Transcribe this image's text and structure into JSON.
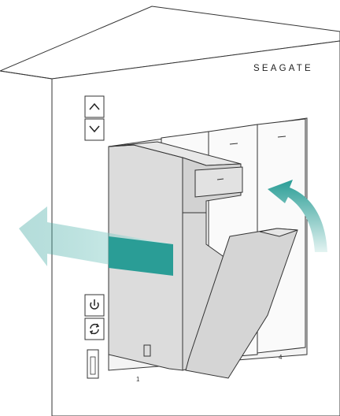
{
  "brand": "SEAGATE",
  "bay_labels": {
    "bay1": "1",
    "bay4": "4"
  },
  "icons": {
    "up": "chevron-up-icon",
    "down": "chevron-down-icon",
    "power": "power-icon",
    "sync": "sync-icon",
    "usb": "usb-port-icon",
    "pull_arrow": "pull-out-arrow-icon",
    "swing_arrow": "swing-open-arrow-icon"
  },
  "colors": {
    "arrow_teal": "#2a9d96",
    "drive_fill": "#dcdcdc",
    "outline": "#333333"
  }
}
